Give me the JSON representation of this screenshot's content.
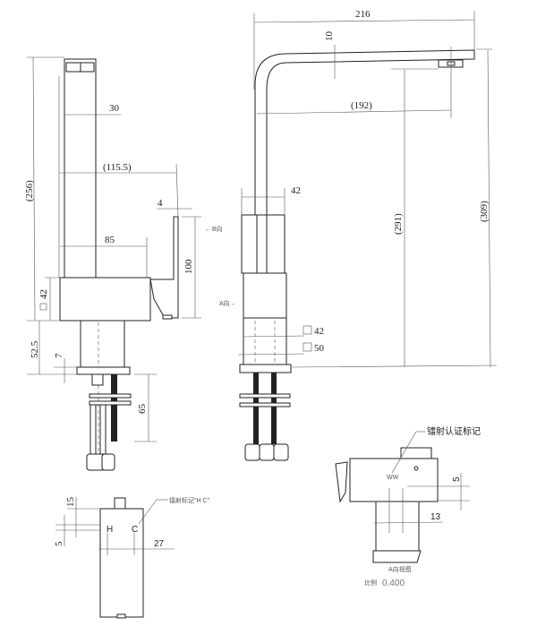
{
  "side_view": {
    "dim_height_total": "(256)",
    "dim_spout_width": "30",
    "dim_reach": "(115.5)",
    "dim_handle_thickness": "4",
    "dim_handle_offset": "85",
    "dim_handle_height": "100",
    "dim_body_square": "42",
    "dim_neck": "52.5",
    "dim_plate": "7",
    "dim_shank": "65",
    "arrow_b": "B向",
    "arrow_a": "A向"
  },
  "front_view": {
    "dim_width": "216",
    "dim_spout_thickness": "10",
    "dim_reach": "(192)",
    "dim_body_width": "42",
    "dim_spout_height": "(291)",
    "dim_total_height": "(309)",
    "dim_square_42": "42",
    "dim_square_50": "50",
    "arrow_b": "B向",
    "arrow_a": "A向"
  },
  "b_view": {
    "dim_15": "15",
    "dim_5": "5",
    "dim_27": "27",
    "mark_h": "H",
    "mark_c": "C",
    "laser_label": "镭射标记\"H C\""
  },
  "a_view": {
    "cert_label": "镭射认证标记",
    "dim_5": "5",
    "dim_13": "13",
    "view_title": "A向视图",
    "scale_label": "比例",
    "scale_value": "0.400"
  }
}
